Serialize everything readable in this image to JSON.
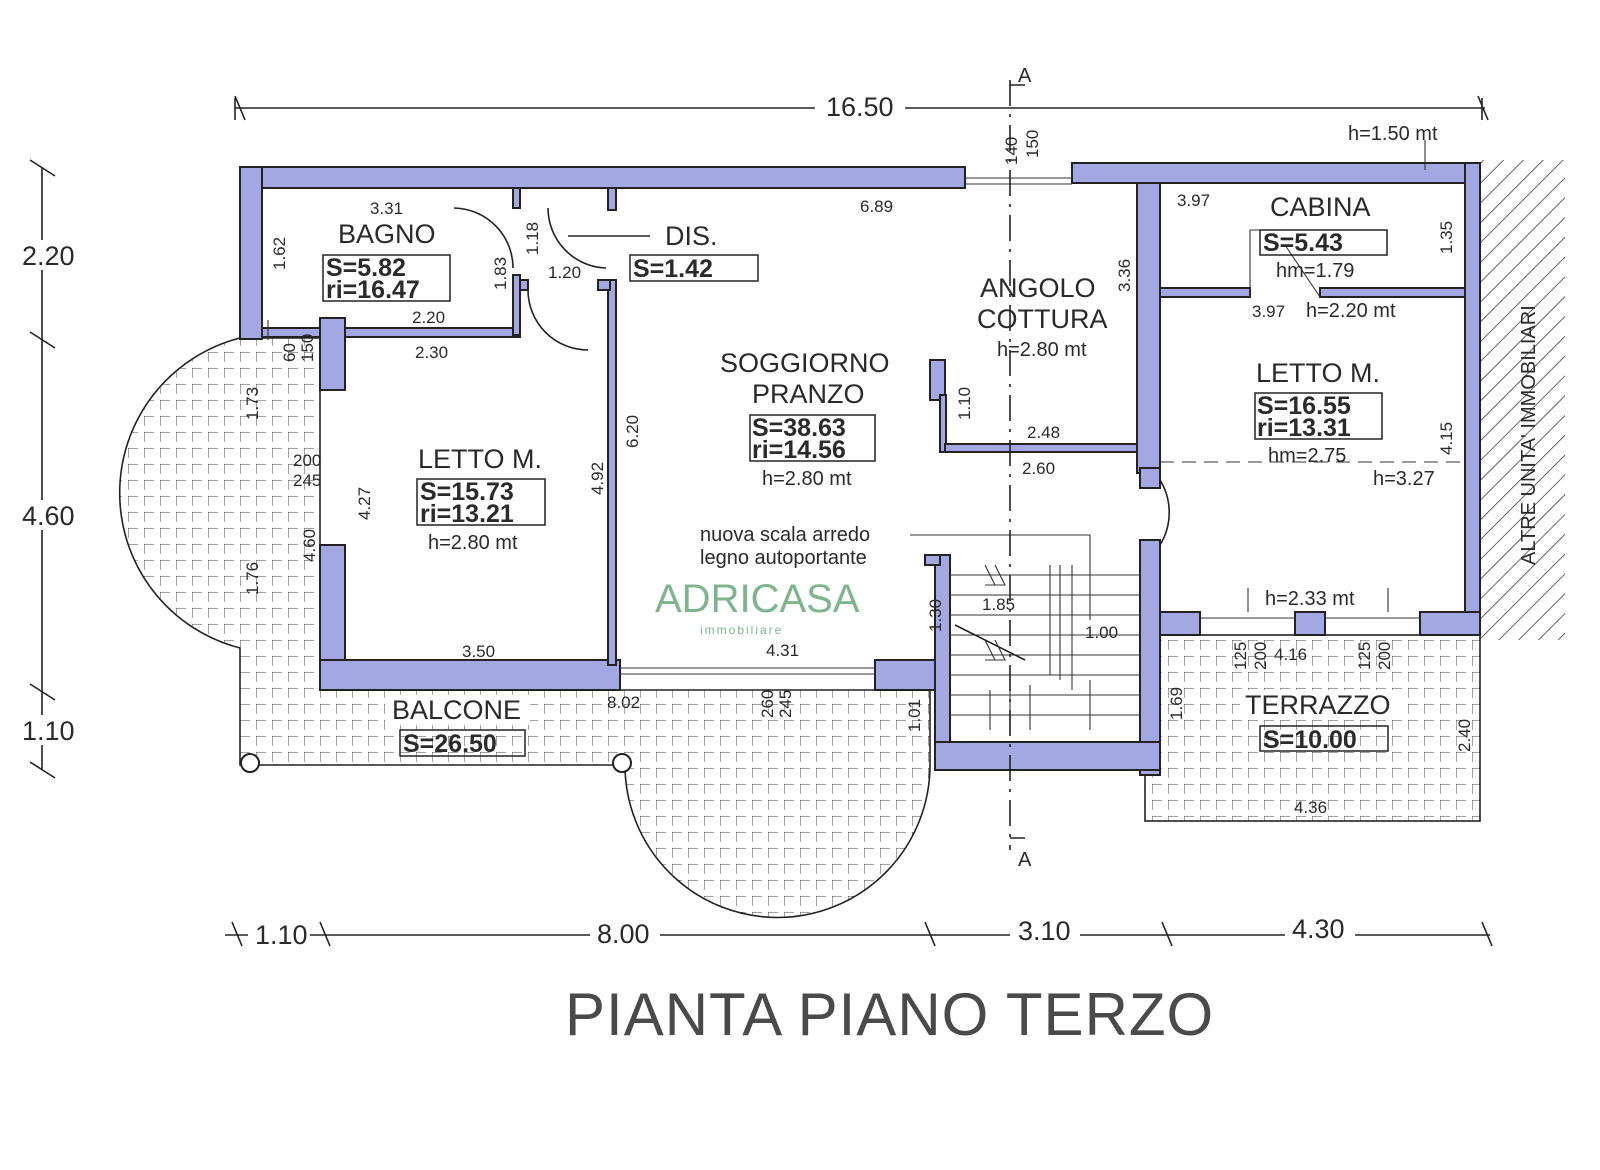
{
  "title": "PIANTA PIANO TERZO",
  "section_marker": "A",
  "watermark": {
    "brand": "ADRICASA",
    "sub": "immobiliare"
  },
  "overall_dims": {
    "top": "16.50",
    "bottom": [
      "1.10",
      "8.00",
      "3.10",
      "4.30"
    ],
    "left": [
      "2.20",
      "4.60",
      "1.10"
    ]
  },
  "neighbour_label": "ALTRE UNITA' IMMOBILIARI",
  "rooms": {
    "bagno": {
      "name": "BAGNO",
      "area": "S=5.82",
      "ri": "ri=16.47"
    },
    "dis": {
      "name": "DIS.",
      "area": "S=1.42"
    },
    "soggiorno": {
      "name1": "SOGGIORNO",
      "name2": "PRANZO",
      "area": "S=38.63",
      "ri": "ri=14.56",
      "height": "h=2.80 mt"
    },
    "angolo": {
      "name1": "ANGOLO",
      "name2": "COTTURA",
      "height": "h=2.80 mt"
    },
    "letto_left": {
      "name": "LETTO M.",
      "area": "S=15.73",
      "ri": "ri=13.21",
      "height": "h=2.80 mt"
    },
    "cabina": {
      "name": "CABINA",
      "area": "S=5.43",
      "height": "hm=1.79"
    },
    "letto_right": {
      "name": "LETTO M.",
      "area": "S=16.55",
      "ri": "ri=13.31",
      "height": "hm=2.75"
    },
    "balcone": {
      "name": "BALCONE",
      "area": "S=26.50"
    },
    "terrazzo": {
      "name": "TERRAZZO",
      "area": "S=10.00"
    }
  },
  "heights": {
    "top_right": "h=1.50 mt",
    "letto_top": "h=2.20 mt",
    "letto_mid": "h=3.27",
    "letto_bottom": "h=2.33 mt"
  },
  "stair_note": {
    "line1": "nuova scala arredo",
    "line2": "legno autoportante"
  },
  "dims": {
    "d331": "3.31",
    "d162": "1.62",
    "d183": "1.83",
    "d118": "1.18",
    "d120": "1.20",
    "d220": "2.20",
    "d230": "2.30",
    "d689": "6.89",
    "d620": "6.20",
    "d492": "4.92",
    "d427": "4.27",
    "d350": "3.50",
    "d60": "60",
    "d150": "150",
    "d173": "1.73",
    "d200": "200",
    "d245": "245",
    "d460": "4.60",
    "d176": "1.76",
    "d802": "8.02",
    "d431": "4.31",
    "d260": "260",
    "d245b": "245",
    "d101": "1.01",
    "d130": "1.30",
    "d185": "1.85",
    "d100": "1.00",
    "d336": "3.36",
    "d110": "1.10",
    "d248": "2.48",
    "d260b": "2.60",
    "d140": "140",
    "d150b": "150",
    "d397a": "3.97",
    "d397b": "3.97",
    "d135": "1.35",
    "d415": "4.15",
    "d125a": "125",
    "d200a": "200",
    "d416": "4.16",
    "d125b": "125",
    "d200b": "200",
    "d169": "1.69",
    "d240": "2.40",
    "d436": "4.36"
  }
}
